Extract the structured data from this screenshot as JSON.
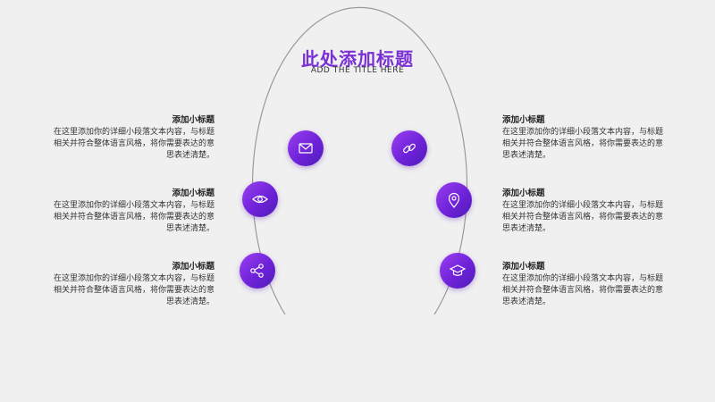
{
  "header": {
    "title": "此处添加标题",
    "subtitle": "ADD THE TITLE HERE"
  },
  "colors": {
    "accent": "#7b2fd6",
    "node_start": "#9a3ff0",
    "node_end": "#4f1bb8",
    "background": "#f0f0f1"
  },
  "items": [
    {
      "icon": "mail-icon",
      "heading": "添加小标题",
      "body": "在这里添加你的详细小段落文本内容，与标题相关并符合整体语言风格，将你需要表达的意思表述清楚。"
    },
    {
      "icon": "eye-icon",
      "heading": "添加小标题",
      "body": "在这里添加你的详细小段落文本内容，与标题相关并符合整体语言风格，将你需要表达的意思表述清楚。"
    },
    {
      "icon": "share-icon",
      "heading": "添加小标题",
      "body": "在这里添加你的详细小段落文本内容，与标题相关并符合整体语言风格，将你需要表达的意思表述清楚。"
    },
    {
      "icon": "link-icon",
      "heading": "添加小标题",
      "body": "在这里添加你的详细小段落文本内容，与标题相关并符合整体语言风格，将你需要表达的意思表述清楚。"
    },
    {
      "icon": "location-pin-icon",
      "heading": "添加小标题",
      "body": "在这里添加你的详细小段落文本内容，与标题相关并符合整体语言风格，将你需要表达的意思表述清楚。"
    },
    {
      "icon": "graduation-cap-icon",
      "heading": "添加小标题",
      "body": "在这里添加你的详细小段落文本内容，与标题相关并符合整体语言风格，将你需要表达的意思表述清楚。"
    }
  ]
}
